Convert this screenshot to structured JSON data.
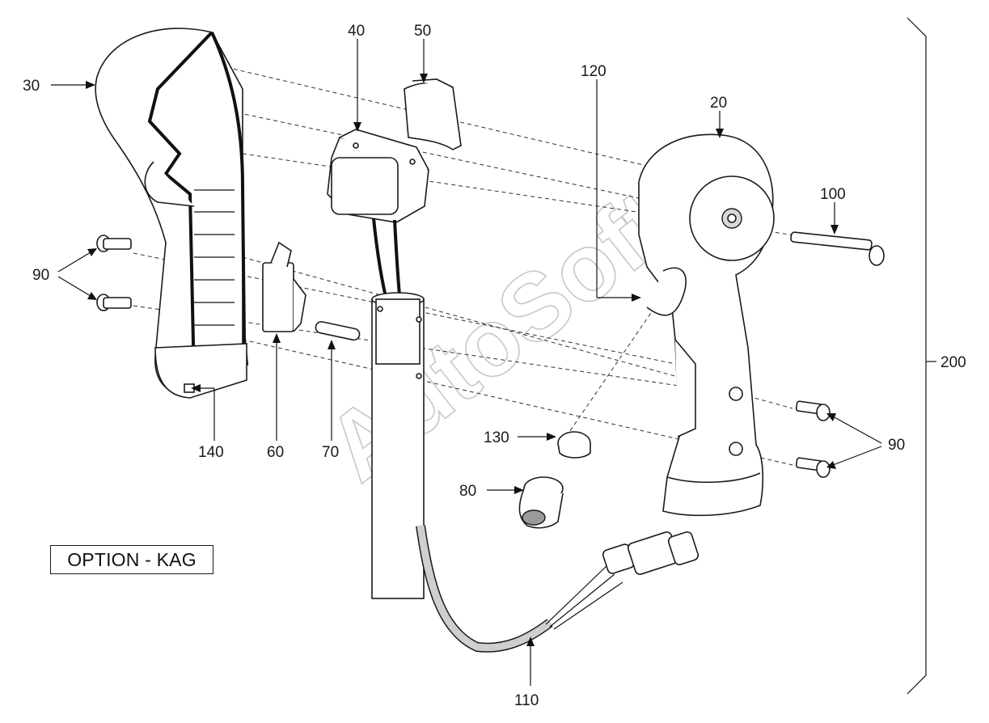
{
  "callouts": {
    "c20": "20",
    "c30": "30",
    "c40": "40",
    "c50": "50",
    "c60": "60",
    "c70": "70",
    "c80": "80",
    "c90_left": "90",
    "c90_right": "90",
    "c100": "100",
    "c110": "110",
    "c120": "120",
    "c130": "130",
    "c140": "140",
    "c200": "200"
  },
  "option_label": "OPTION - KAG",
  "watermark": "AutoSoft"
}
